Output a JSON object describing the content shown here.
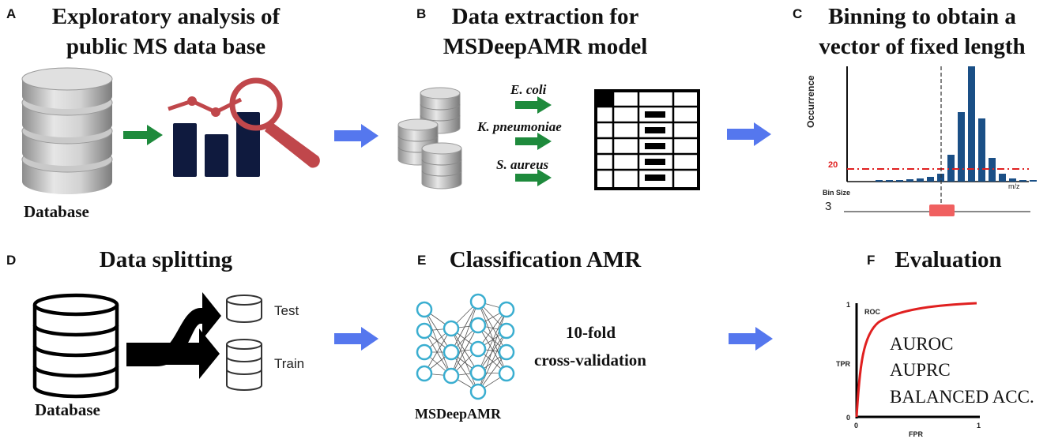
{
  "panels": {
    "A": {
      "letter": "A",
      "title_line1": "Exploratory analysis of",
      "title_line2": "public MS data base",
      "caption": "Database"
    },
    "B": {
      "letter": "B",
      "title_line1": "Data extraction for",
      "title_line2": "MSDeepAMR model",
      "species": [
        "E. coli",
        "K. pneumoniae",
        "S. aureus"
      ]
    },
    "C": {
      "letter": "C",
      "title_line1": "Binning to obtain a",
      "title_line2": "vector of fixed length",
      "y_axis_label": "Occurrence",
      "threshold": "20",
      "x_axis_label": "m/z",
      "bin_size_label": "Bin Size",
      "bin_size_value": "3"
    },
    "D": {
      "letter": "D",
      "title": "Data  splitting",
      "caption": "Database",
      "test_label": "Test",
      "train_label": "Train"
    },
    "E": {
      "letter": "E",
      "title": "Classification AMR",
      "cv_line1": "10-fold",
      "cv_line2": "cross-validation",
      "model_name": "MSDeepAMR"
    },
    "F": {
      "letter": "F",
      "title": "Evaluation",
      "curve_label": "ROC",
      "y_label": "TPR",
      "x_label": "FPR",
      "y_max": "1",
      "y_min": "0",
      "x_min": "0",
      "x_max": "1",
      "metrics": [
        "AUROC",
        "AUPRC",
        "BALANCED ACC."
      ]
    }
  },
  "colors": {
    "flow_arrow": "#5577ee",
    "green_arrow": "#1e8a3c",
    "bar_navy": "#0f1a3e",
    "magnifier": "#c0474b",
    "roc_curve": "#e02020",
    "threshold_line": "#e02020",
    "bin_marker": "#f06060",
    "histogram_bar": "#1a4f86"
  }
}
